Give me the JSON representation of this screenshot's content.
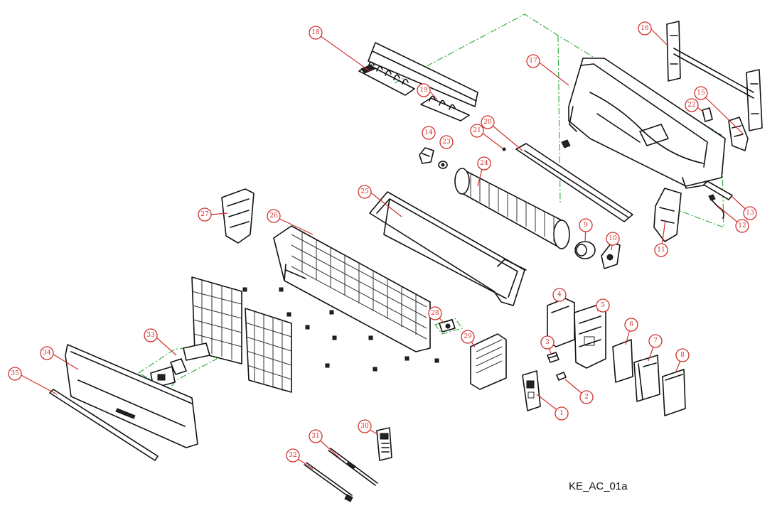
{
  "diagram": {
    "reference_code": "KE_AC_01a",
    "colors": {
      "callout": "#d0312d",
      "assembly_outline": "#3cb043",
      "line_art": "#111111"
    },
    "callouts": [
      {
        "id": "c1",
        "label": "1"
      },
      {
        "id": "c2",
        "label": "2"
      },
      {
        "id": "c3",
        "label": "3"
      },
      {
        "id": "c4",
        "label": "4"
      },
      {
        "id": "c5",
        "label": "5"
      },
      {
        "id": "c6",
        "label": "6"
      },
      {
        "id": "c7",
        "label": "7"
      },
      {
        "id": "c8",
        "label": "8"
      },
      {
        "id": "c9",
        "label": "9"
      },
      {
        "id": "c10",
        "label": "10"
      },
      {
        "id": "c11",
        "label": "11"
      },
      {
        "id": "c12",
        "label": "12"
      },
      {
        "id": "c13",
        "label": "13"
      },
      {
        "id": "c14",
        "label": "14"
      },
      {
        "id": "c15",
        "label": "15"
      },
      {
        "id": "c16",
        "label": "16"
      },
      {
        "id": "c17",
        "label": "17"
      },
      {
        "id": "c18",
        "label": "18"
      },
      {
        "id": "c19",
        "label": "19"
      },
      {
        "id": "c20",
        "label": "20"
      },
      {
        "id": "c21",
        "label": "21"
      },
      {
        "id": "c22",
        "label": "22"
      },
      {
        "id": "c23",
        "label": "23"
      },
      {
        "id": "c24",
        "label": "24"
      },
      {
        "id": "c25",
        "label": "25"
      },
      {
        "id": "c26",
        "label": "26"
      },
      {
        "id": "c27",
        "label": "27"
      },
      {
        "id": "c28",
        "label": "28"
      },
      {
        "id": "c29",
        "label": "29"
      },
      {
        "id": "c30",
        "label": "30"
      },
      {
        "id": "c31",
        "label": "31"
      },
      {
        "id": "c32",
        "label": "32"
      },
      {
        "id": "c33",
        "label": "33"
      },
      {
        "id": "c34",
        "label": "34"
      },
      {
        "id": "c35",
        "label": "35"
      }
    ]
  }
}
